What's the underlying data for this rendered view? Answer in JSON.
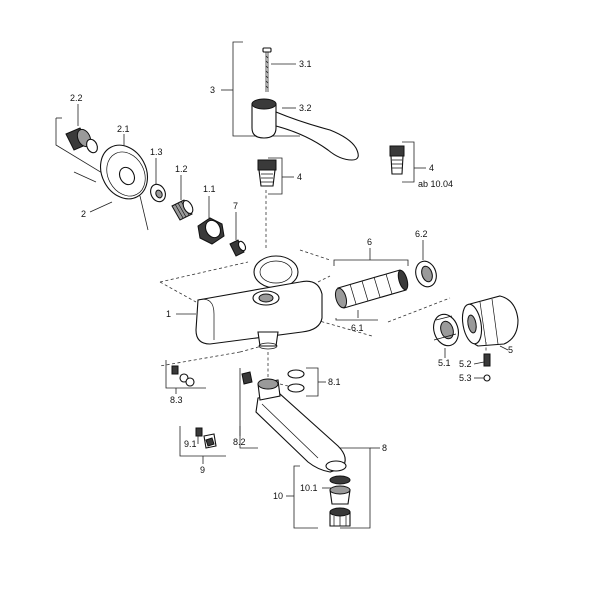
{
  "labels": {
    "l3_1": "3.1",
    "l3": "3",
    "l3_2": "3.2",
    "l2_2": "2.2",
    "l2_1": "2.1",
    "l1_3": "1.3",
    "l1_2": "1.2",
    "l1_1": "1.1",
    "l7": "7",
    "l2": "2",
    "l4a": "4",
    "l4b": "4",
    "ab": "ab 10.04",
    "l6": "6",
    "l6_2": "6.2",
    "l6_1": "6.1",
    "l1": "1",
    "l5_1": "5.1",
    "l5_2": "5.2",
    "l5_3": "5.3",
    "l5": "5",
    "l8_1": "8.1",
    "l8_3": "8.3",
    "l8_2": "8.2",
    "l8": "8",
    "l9_1": "9.1",
    "l9": "9",
    "l10_1": "10.1",
    "l10": "10"
  }
}
